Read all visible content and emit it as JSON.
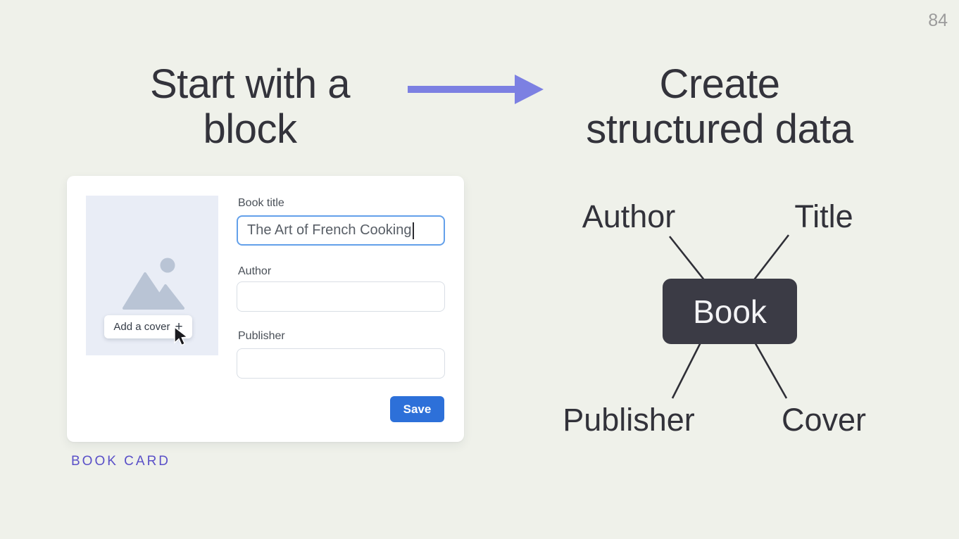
{
  "slide": {
    "number": "84"
  },
  "headings": {
    "left": {
      "line1": "Start with a",
      "line2": "block"
    },
    "right": {
      "line1": "Create",
      "line2": "structured data"
    }
  },
  "arrow": {
    "direction": "right",
    "color": "#7C80E2"
  },
  "book_card": {
    "caption": "BOOK CARD",
    "cover_button": {
      "label": "Add a cover",
      "plus_icon": "+"
    },
    "fields": [
      {
        "label": "Book title",
        "value": "The Art of French Cooking",
        "focused": true
      },
      {
        "label": "Author",
        "value": "",
        "focused": false
      },
      {
        "label": "Publisher",
        "value": "",
        "focused": false
      }
    ],
    "save_label": "Save"
  },
  "diagram": {
    "center_label": "Book",
    "nodes": [
      {
        "label": "Author",
        "position": "top-left"
      },
      {
        "label": "Title",
        "position": "top-right"
      },
      {
        "label": "Publisher",
        "position": "bottom-left"
      },
      {
        "label": "Cover",
        "position": "bottom-right"
      }
    ]
  },
  "colors": {
    "background": "#EFF1EA",
    "heading_text": "#33333B",
    "arrow": "#7C80E2",
    "caption_purple": "#5A50C8",
    "save_blue": "#2D70D9",
    "focused_input_border": "#63A0EA",
    "input_border": "#D9DEE5",
    "cover_placeholder": "#E9EDF6",
    "image_icon": "#B9C4D5",
    "book_box": "#3B3B45",
    "diagram_line": "#2F2F37"
  }
}
